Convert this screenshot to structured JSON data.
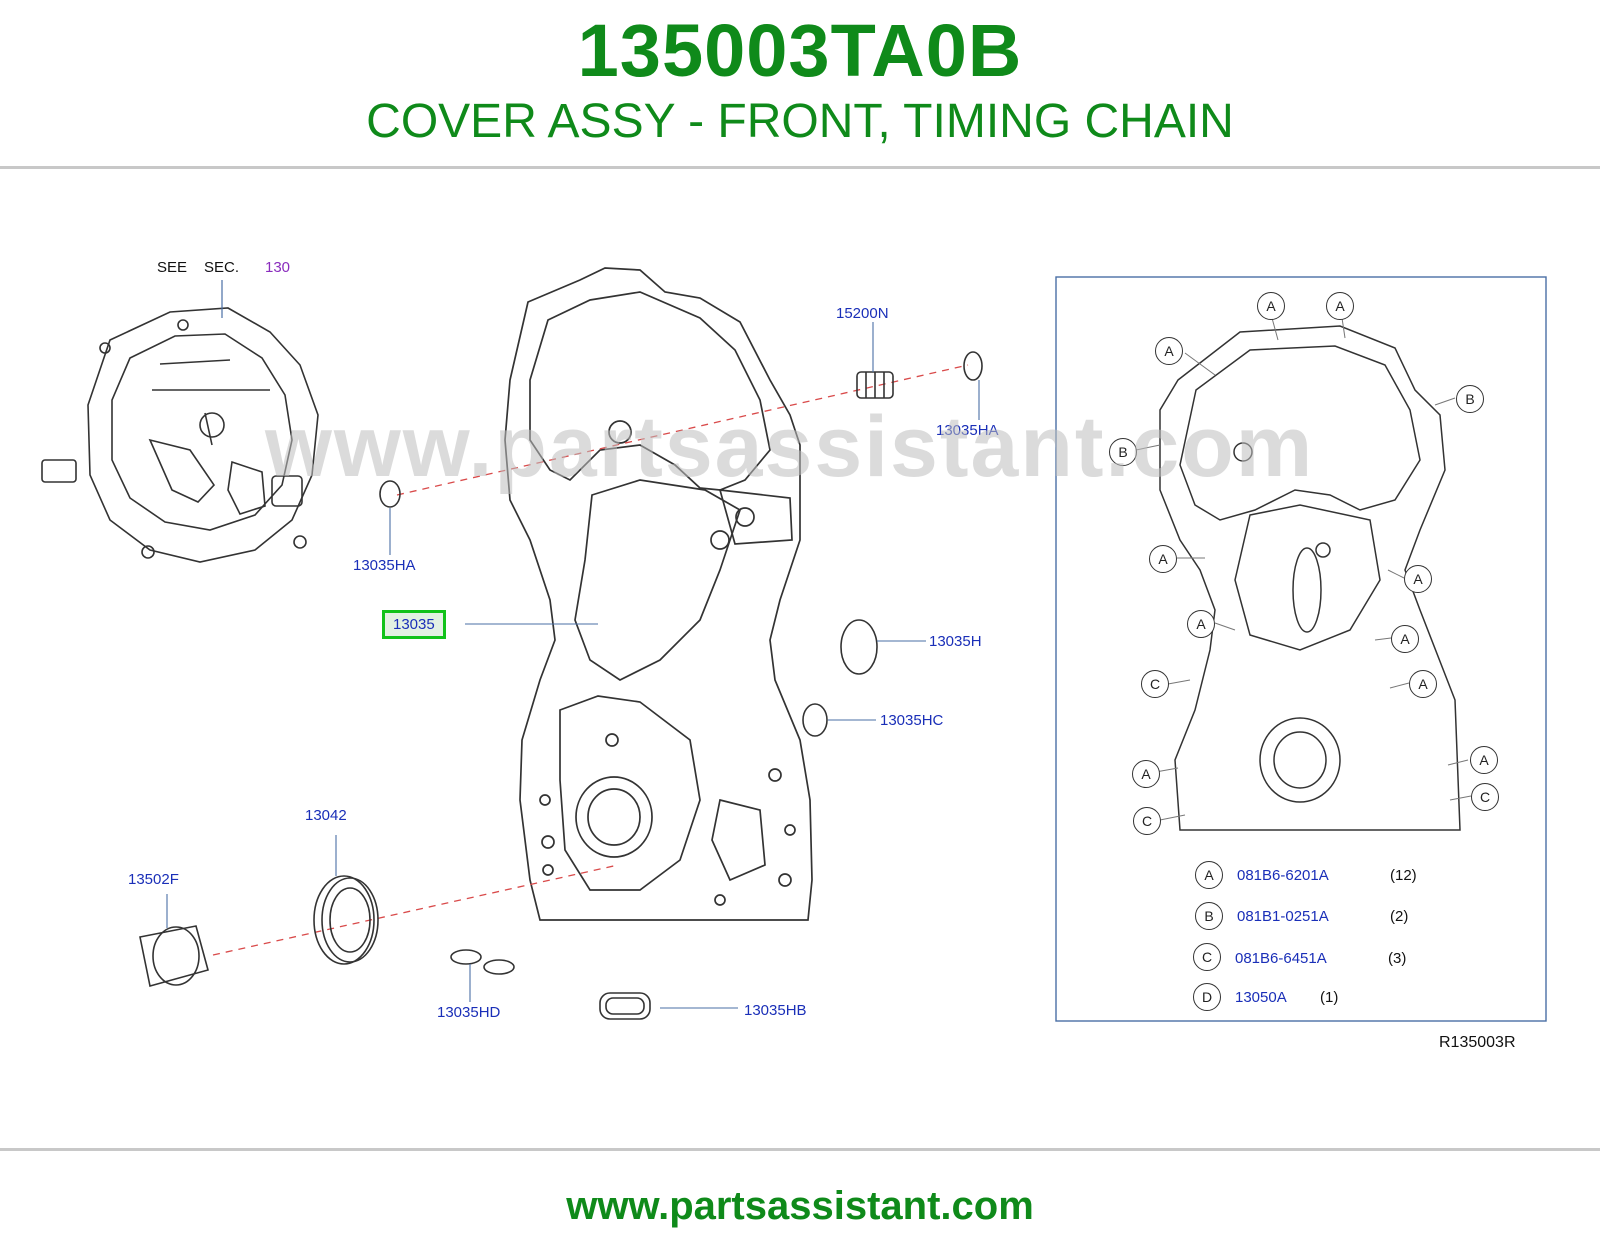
{
  "header": {
    "part_number": "135003TA0B",
    "description": "COVER ASSY - FRONT, TIMING CHAIN"
  },
  "diagram": {
    "see_label": "SEE",
    "sec_label": "SEC.",
    "sec_number": "130",
    "callouts": {
      "c15200n": "15200N",
      "c13035ha_right": "13035HA",
      "c13035ha_left": "13035HA",
      "c13035_selected": "13035",
      "c13035h": "13035H",
      "c13035hc": "13035HC",
      "c13042": "13042",
      "c13502f": "13502F",
      "c13035hd": "13035HD",
      "c13035hb": "13035HB"
    },
    "reference_code": "R135003R",
    "watermark": "www.partsassistant.com",
    "inset_bolt_markers": [
      "A",
      "A",
      "A",
      "B",
      "B",
      "A",
      "A",
      "A",
      "A",
      "C",
      "A",
      "A",
      "A",
      "C",
      "C"
    ],
    "legend": [
      {
        "key": "A",
        "part": "081B6-6201A",
        "qty": "(12)"
      },
      {
        "key": "B",
        "part": "081B1-0251A",
        "qty": "(2)"
      },
      {
        "key": "C",
        "part": "081B6-6451A",
        "qty": "(3)"
      },
      {
        "key": "D",
        "part": "13050A",
        "qty": "(1)"
      }
    ]
  },
  "footer": {
    "url": "www.partsassistant.com"
  }
}
